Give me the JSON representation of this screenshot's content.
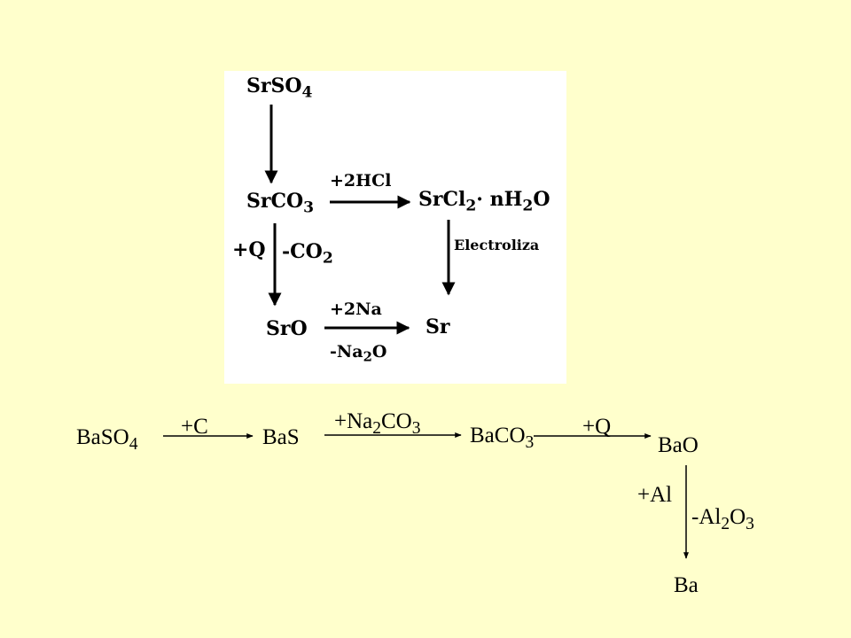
{
  "slide": {
    "background": "#FFFFCC",
    "panel_background": "#FFFFFF"
  },
  "strontium": {
    "srso4": {
      "base": "SrSO",
      "sub": "4"
    },
    "srco3": {
      "base": "SrCO",
      "sub": "3"
    },
    "srcl2": {
      "pre": "SrCl",
      "sub1": "2",
      "mid": "· nH",
      "sub2": "2",
      "post": "O"
    },
    "sro": "SrO",
    "sr": "Sr",
    "label_2hcl": "+2HCl",
    "label_q": "+Q",
    "label_co2": {
      "base": "-CO",
      "sub": "2"
    },
    "label_electroliza": "Electroliza",
    "label_2na": "+2Na",
    "label_na2o": {
      "pre": "-Na",
      "sub": "2",
      "post": "O"
    }
  },
  "barium": {
    "baso4": {
      "base": "BaSO",
      "sub": "4"
    },
    "bas": "BaS",
    "baco3": {
      "base": "BaCO",
      "sub": "3"
    },
    "bao": "BaO",
    "ba": "Ba",
    "label_c": "+C",
    "label_na2co3": {
      "pre": "+Na",
      "sub1": "2",
      "mid": "CO",
      "sub2": "3"
    },
    "label_q": "+Q",
    "label_al": "+Al",
    "label_al2o3": {
      "pre": "-Al",
      "sub1": "2",
      "mid": "O",
      "sub2": "3"
    }
  }
}
